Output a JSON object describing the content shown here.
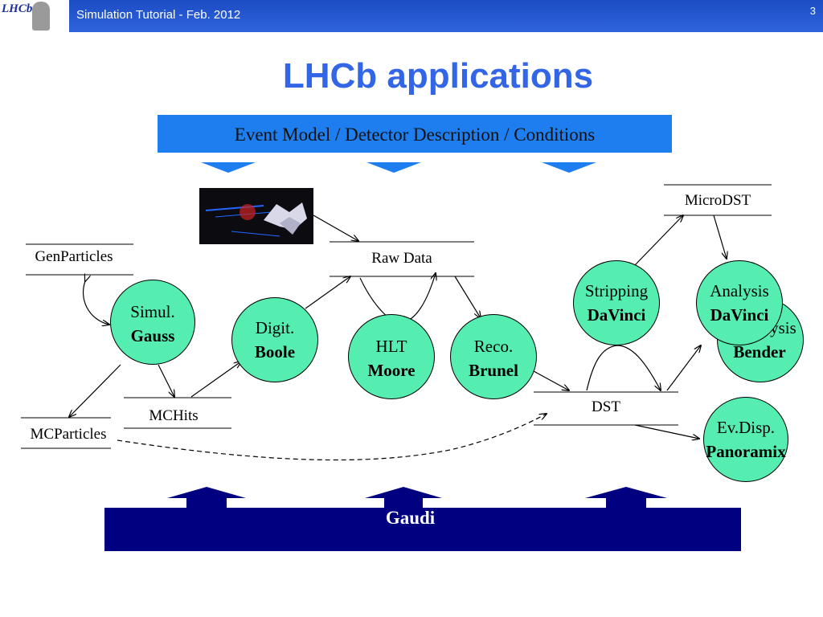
{
  "header": {
    "logo_text": "LHCb",
    "title": "Simulation Tutorial - Feb. 2012",
    "slide_number": "3"
  },
  "title": "LHCb applications",
  "banner": "Event Model / Detector Description / Conditions",
  "data_stores": {
    "genparticles": "GenParticles",
    "mcparticles": "MCParticles",
    "mchits": "MCHits",
    "rawdata": "Raw Data",
    "dst": "DST",
    "microdst": "MicroDST"
  },
  "apps": {
    "gauss": {
      "task": "Simul.",
      "name": "Gauss"
    },
    "boole": {
      "task": "Digit.",
      "name": "Boole"
    },
    "moore": {
      "task": "HLT",
      "name": "Moore"
    },
    "brunel": {
      "task": "Reco.",
      "name": "Brunel"
    },
    "davinci_strip": {
      "task": "Stripping",
      "name": "DaVinci"
    },
    "bender": {
      "task": "Analysis",
      "name": "Bender"
    },
    "davinci_ana": {
      "task": "Analysis",
      "name": "DaVinci"
    },
    "panoramix": {
      "task": "Ev.Disp.",
      "name": "Panoramix"
    }
  },
  "framework": "Gaudi",
  "colors": {
    "header": "#2657d6",
    "title": "#3366e6",
    "banner": "#1e7ef0",
    "node": "#55eeb0",
    "framework": "#000080"
  }
}
